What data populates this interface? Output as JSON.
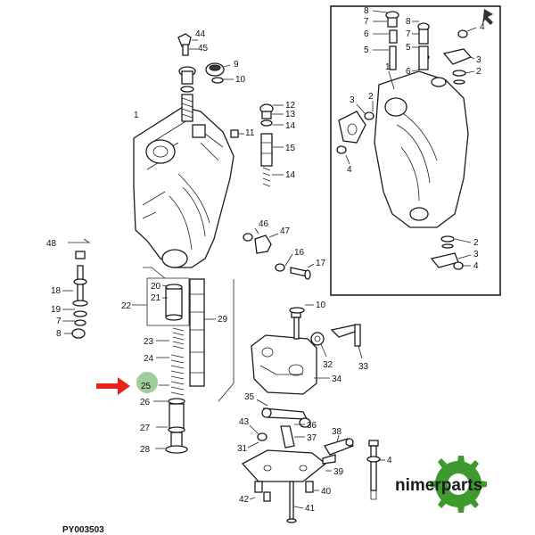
{
  "diagram": {
    "code": "PY003503",
    "brand": "nimerparts",
    "highlight_color": "#8fc48a",
    "arrow_color": "#e8231b",
    "brand_green": "#3f9a2e",
    "callouts": {
      "n1": "1",
      "n2": "2",
      "n3": "3",
      "n4": "4",
      "n5": "5",
      "n6": "6",
      "n7": "7",
      "n8": "8",
      "n9": "9",
      "n10": "10",
      "n12": "12",
      "n13": "13",
      "n14": "14",
      "n15": "15",
      "n16": "16",
      "n17": "17",
      "n18": "18",
      "n19": "19",
      "n20": "20",
      "n21": "21",
      "n22": "22",
      "n23": "23",
      "n24": "24",
      "n25": "25",
      "n26": "26",
      "n27": "27",
      "n28": "28",
      "n29": "29",
      "n31": "31",
      "n32": "32",
      "n33": "33",
      "n34": "34",
      "n35": "35",
      "n36": "36",
      "n37": "37",
      "n38": "38",
      "n39": "39",
      "n40": "40",
      "n41": "41",
      "n42": "42",
      "n43": "43",
      "n44": "44",
      "n45": "45",
      "n46": "46",
      "n47": "47",
      "n48": "48"
    }
  }
}
